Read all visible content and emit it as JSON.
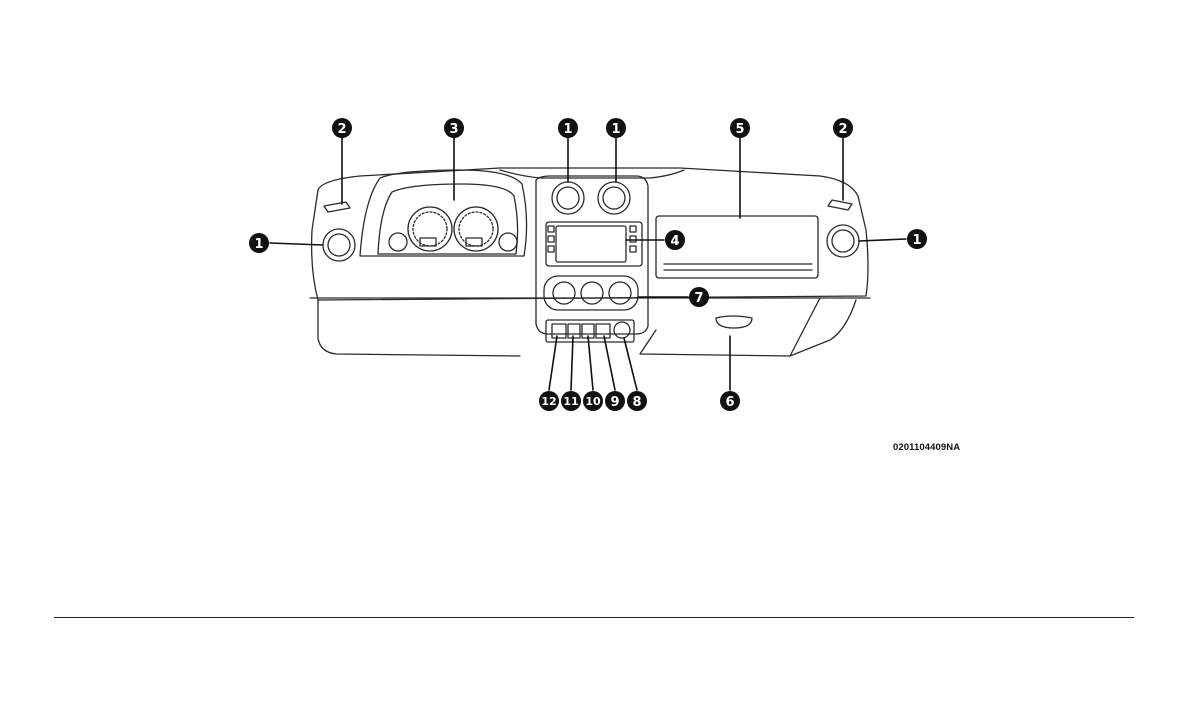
{
  "figure": {
    "code": "0201104409NA",
    "callouts": [
      {
        "id": "c1a",
        "label": "1",
        "target": "outer-left-air-outlet"
      },
      {
        "id": "c2a",
        "label": "2",
        "target": "left-side-window-demister"
      },
      {
        "id": "c3",
        "label": "3",
        "target": "instrument-cluster"
      },
      {
        "id": "c1b",
        "label": "1",
        "target": "center-air-outlet-left"
      },
      {
        "id": "c1c",
        "label": "1",
        "target": "center-air-outlet-right"
      },
      {
        "id": "c5",
        "label": "5",
        "target": "upper-storage-bin"
      },
      {
        "id": "c2b",
        "label": "2",
        "target": "right-side-window-demister"
      },
      {
        "id": "c1d",
        "label": "1",
        "target": "outer-right-air-outlet"
      },
      {
        "id": "c4",
        "label": "4",
        "target": "radio"
      },
      {
        "id": "c7",
        "label": "7",
        "target": "climate-controls"
      },
      {
        "id": "c6",
        "label": "6",
        "target": "glove-compartment"
      },
      {
        "id": "c12",
        "label": "12",
        "target": "switch-12"
      },
      {
        "id": "c11",
        "label": "11",
        "target": "switch-11"
      },
      {
        "id": "c10",
        "label": "10",
        "target": "switch-10"
      },
      {
        "id": "c9",
        "label": "9",
        "target": "switch-9"
      },
      {
        "id": "c8",
        "label": "8",
        "target": "power-outlet"
      }
    ]
  },
  "colors": {
    "line": "#2a2a2a",
    "callout": "#111111",
    "paper": "#ffffff"
  }
}
